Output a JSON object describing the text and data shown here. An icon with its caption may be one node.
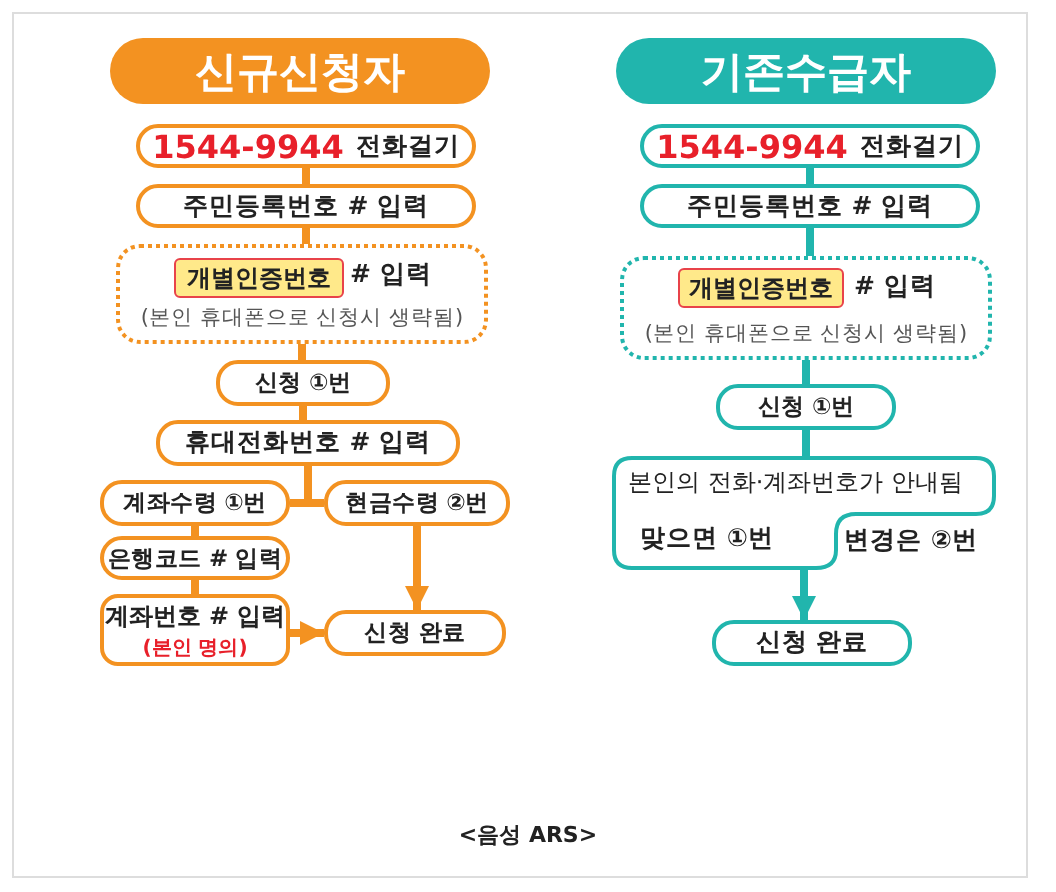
{
  "diagram": {
    "nodes": [
      {
        "text": [
          "신규신청자"
        ]
      },
      {
        "text": [
          "1544-9944",
          "전화걸기"
        ]
      },
      {
        "text": [
          "주민등록번호 # 입력"
        ]
      },
      {
        "text": [
          "# 입력",
          "(본인 휴대폰으로 신청시 생략됨)"
        ]
      },
      {
        "text": [
          "개별인증번호"
        ],
        "in": 3
      },
      {
        "text": [
          "신청 ①번"
        ]
      },
      {
        "text": [
          "휴대전화번호 # 입력"
        ]
      },
      {
        "text": [
          "계좌수령 ①번"
        ]
      },
      {
        "text": [
          "현금수령 ②번"
        ]
      },
      {
        "text": [
          "은행코드 # 입력"
        ]
      },
      {
        "text": [
          "계좌번호 # 입력",
          "(본인 명의)"
        ]
      },
      {
        "text": [
          "신청 완료"
        ]
      },
      {
        "text": [
          "기존수급자"
        ]
      },
      {
        "text": [
          "1544-9944",
          "전화걸기"
        ]
      },
      {
        "text": [
          "주민등록번호 # 입력"
        ]
      },
      {
        "text": [
          "# 입력",
          "(본인 휴대폰으로 신청시 생략됨)"
        ]
      },
      {
        "text": [
          "개별인증번호"
        ],
        "in": 15
      },
      {
        "text": [
          "신청 ①번"
        ]
      },
      {
        "text": [
          "본인의 전화·계좌번호가 안내됨",
          "맞으면 ①번",
          "변경은 ②번"
        ]
      },
      {
        "text": [
          "신청 완료"
        ]
      }
    ],
    "edges": [
      {
        "from": 1,
        "to": 2,
        "arrow": "none"
      },
      {
        "from": 2,
        "to": 3,
        "arrow": "none"
      },
      {
        "from": 3,
        "to": 5,
        "arrow": "none"
      },
      {
        "from": 5,
        "to": 6,
        "arrow": "none"
      },
      {
        "from": 6,
        "to": 7,
        "arrow": "none"
      },
      {
        "from": 6,
        "to": 8,
        "arrow": "none"
      },
      {
        "from": 7,
        "to": 9,
        "arrow": "none"
      },
      {
        "from": 9,
        "to": 10,
        "arrow": "none"
      },
      {
        "from": 10,
        "to": 11,
        "arrow": "to"
      },
      {
        "from": 8,
        "to": 11,
        "arrow": "to"
      },
      {
        "from": 13,
        "to": 14,
        "arrow": "none",
        "color": "#21b5ad"
      },
      {
        "from": 14,
        "to": 15,
        "arrow": "none",
        "color": "#21b5ad"
      },
      {
        "from": 15,
        "to": 17,
        "arrow": "none",
        "color": "#21b5ad"
      },
      {
        "from": 17,
        "to": 18,
        "arrow": "none",
        "color": "#21b5ad"
      },
      {
        "from": 18,
        "to": 19,
        "arrow": "to",
        "color": "#21b5ad"
      }
    ],
    "labels": [
      "<음성 ARS>"
    ]
  }
}
